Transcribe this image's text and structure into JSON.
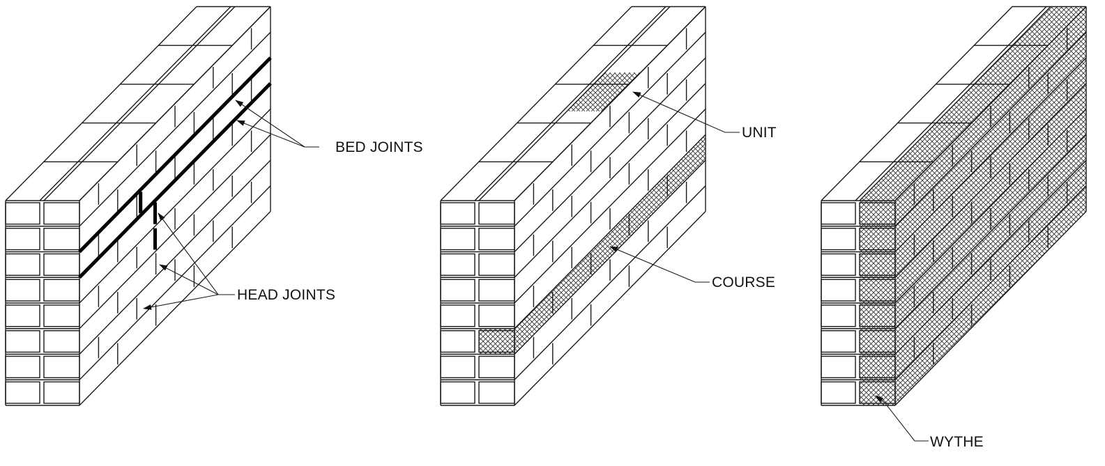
{
  "panels": [
    {
      "id": "joints",
      "hatch": "none",
      "callouts": [
        {
          "key": "bed",
          "label": "BED JOINTS"
        },
        {
          "key": "head",
          "label": "HEAD JOINTS"
        }
      ]
    },
    {
      "id": "unit-course",
      "hatch": "unit-course",
      "callouts": [
        {
          "key": "unit",
          "label": "UNIT"
        },
        {
          "key": "course",
          "label": "COURSE"
        }
      ]
    },
    {
      "id": "wythe",
      "hatch": "wythe",
      "callouts": [
        {
          "key": "wythe",
          "label": "WYTHE"
        }
      ]
    }
  ],
  "colors": {
    "line": "#1a1a1a",
    "hatch": "#333333",
    "background": "#ffffff"
  }
}
